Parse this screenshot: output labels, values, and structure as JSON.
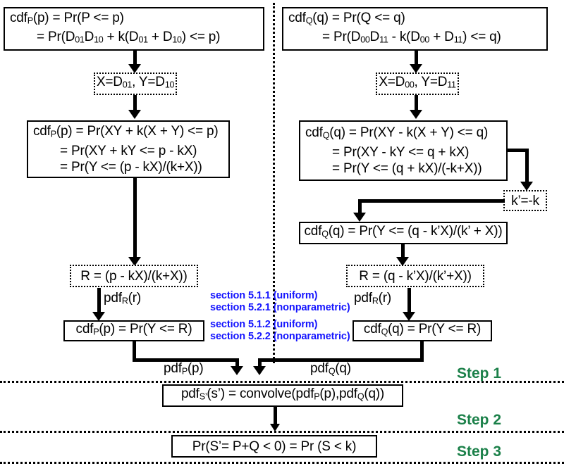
{
  "diagram": {
    "title": "CDF/PDF derivation flowchart for P, Q and S",
    "colors": {
      "note_blue": "#1414ff",
      "step_green": "#1b8049",
      "stroke": "#000000",
      "background": "#ffffff"
    },
    "left_branch": {
      "cdf_p_definition": {
        "line1": "cdfP(p) = Pr(P <= p)",
        "line2": "= Pr(D01D10 + k(D01 + D10) <= p)"
      },
      "substitution_xy": "X=D01, Y=D10",
      "cdf_p_expanded": {
        "line1": "cdfP(p) = Pr(XY + k(X + Y) <= p)",
        "line2": "= Pr(XY + kY <= p - kX)",
        "line3": "= Pr(Y <= (p - kX)/(k+X))"
      },
      "r_substitution": "R = (p - kX)/(k+X))",
      "pdf_r_label": "pdfR(r)",
      "cdf_p_final": "cdfP(p) = Pr(Y <= R)",
      "pdf_p_label": "pdfP(p)"
    },
    "right_branch": {
      "cdf_q_definition": {
        "line1": "cdfQ(q) = Pr(Q <= q)",
        "line2": "= Pr(D00D11 - k(D00 + D11) <= q)"
      },
      "substitution_xy": "X=D00, Y=D11",
      "cdf_q_expanded": {
        "line1": "cdfQ(q) = Pr(XY - k(X + Y) <= q)",
        "line2": "= Pr(XY - kY <= q + kX)",
        "line3": "= Pr(Y <= (q + kX)/(-k+X))"
      },
      "k_prime_substitution": "k’=-k",
      "cdf_q_reparam": "cdfQ(q) = Pr(Y <= (q - k’X)/(k’ + X))",
      "r_substitution": "R = (q - k’X)/(k’+X))",
      "pdf_r_label": "pdfR(r)",
      "cdf_q_final": "cdfQ(q) = Pr(Y <= R)",
      "pdf_q_label": "pdfQ(q)"
    },
    "notes": [
      {
        "section": "section 5.1.1",
        "kind": "(uniform)"
      },
      {
        "section": "section 5.2.1",
        "kind": "(nonparametric)"
      },
      {
        "section": "section 5.1.2",
        "kind": "(uniform)"
      },
      {
        "section": "section 5.2.2",
        "kind": "(nonparametric)"
      }
    ],
    "bottom": {
      "convolution": "pdfS’(s’) = convolve(pdfP(p),pdfQ(q))",
      "final_probability": "Pr(S’= P+Q < 0) = Pr (S < k)"
    },
    "steps": [
      {
        "label": "Step 1"
      },
      {
        "label": "Step 2"
      },
      {
        "label": "Step 3"
      }
    ]
  }
}
